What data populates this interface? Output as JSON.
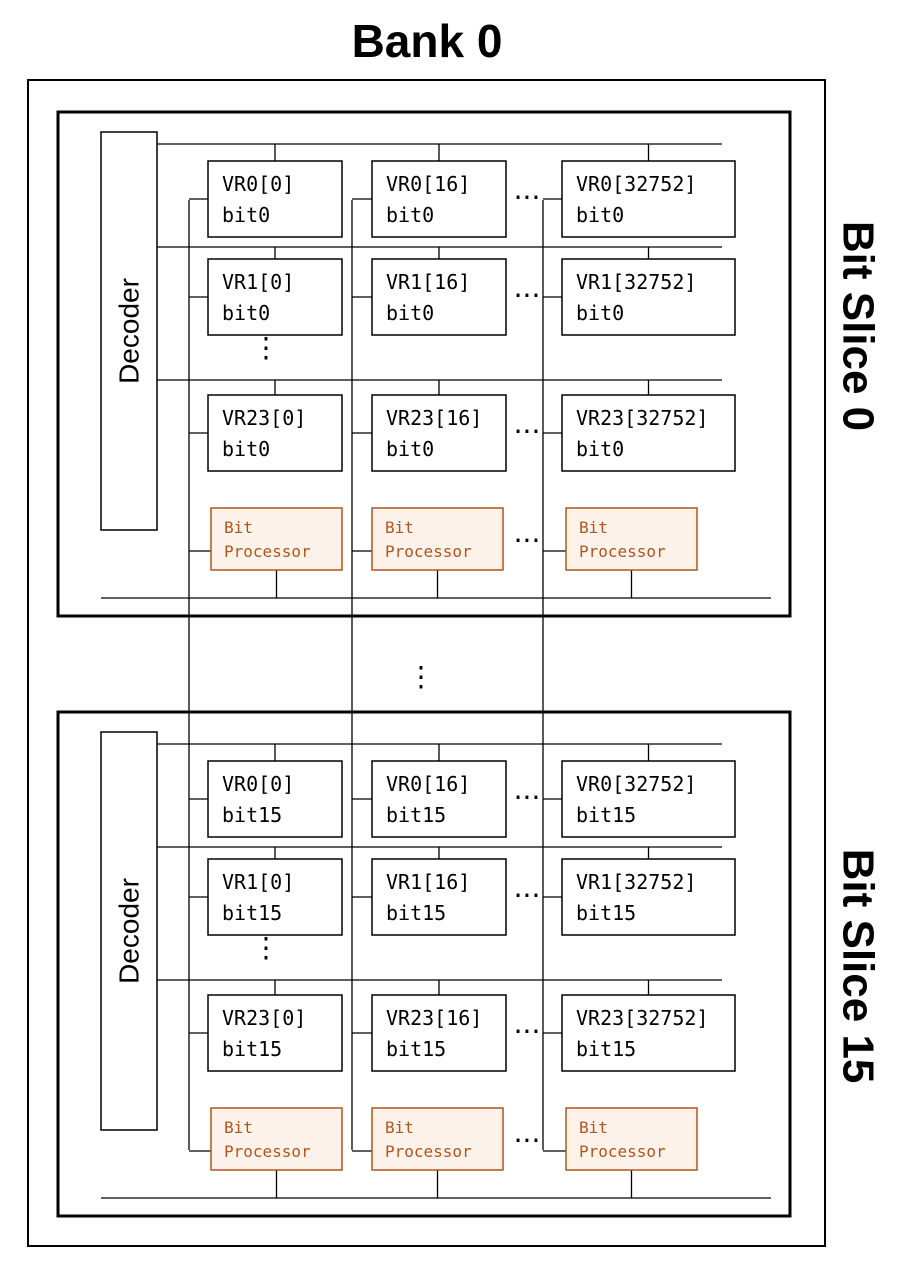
{
  "title": "Bank 0",
  "bp_color": "#b5541a",
  "bp_fill": "#fdf3ea",
  "slices": [
    {
      "side_label": "Bit Slice 0",
      "decoder": "Decoder",
      "rows": [
        [
          "VR0[0]",
          "bit0",
          "VR0[16]",
          "bit0",
          "VR0[32752]",
          "bit0"
        ],
        [
          "VR1[0]",
          "bit0",
          "VR1[16]",
          "bit0",
          "VR1[32752]",
          "bit0"
        ],
        [
          "VR23[0]",
          "bit0",
          "VR23[16]",
          "bit0",
          "VR23[32752]",
          "bit0"
        ]
      ],
      "bit_processor": [
        "Bit",
        "Processor"
      ]
    },
    {
      "side_label": "Bit Slice 15",
      "decoder": "Decoder",
      "rows": [
        [
          "VR0[0]",
          "bit15",
          "VR0[16]",
          "bit15",
          "VR0[32752]",
          "bit15"
        ],
        [
          "VR1[0]",
          "bit15",
          "VR1[16]",
          "bit15",
          "VR1[32752]",
          "bit15"
        ],
        [
          "VR23[0]",
          "bit15",
          "VR23[16]",
          "bit15",
          "VR23[32752]",
          "bit15"
        ]
      ],
      "bit_processor": [
        "Bit",
        "Processor"
      ]
    }
  ]
}
